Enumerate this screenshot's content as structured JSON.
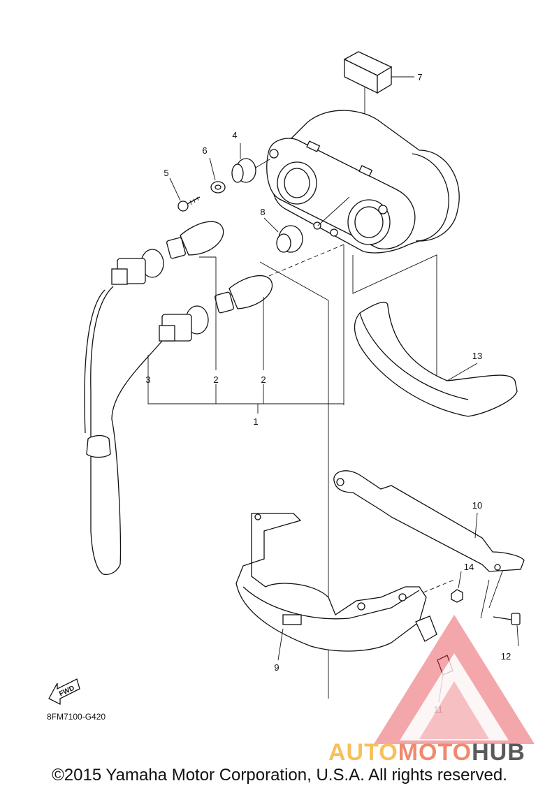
{
  "diagram": {
    "code": "8FM7100-G420",
    "fwd_label": "FWD",
    "callouts": {
      "c1": "1",
      "c2a": "2",
      "c2b": "2",
      "c3": "3",
      "c4": "4",
      "c5": "5",
      "c6": "6",
      "c7": "7",
      "c8": "8",
      "c9": "9",
      "c10": "10",
      "c11": "11",
      "c12": "12",
      "c13": "13",
      "c14": "14"
    }
  },
  "watermark": {
    "part1": "AUTO",
    "part2": "MOTO",
    "part3": "HUB",
    "colors": {
      "auto": "#f7c05a",
      "moto": "#f08a6e",
      "hub": "#5a5a5a",
      "triangle": "#e8414a"
    }
  },
  "footer": {
    "copyright": "©2015 Yamaha Motor Corporation, U.S.A. All rights reserved."
  }
}
